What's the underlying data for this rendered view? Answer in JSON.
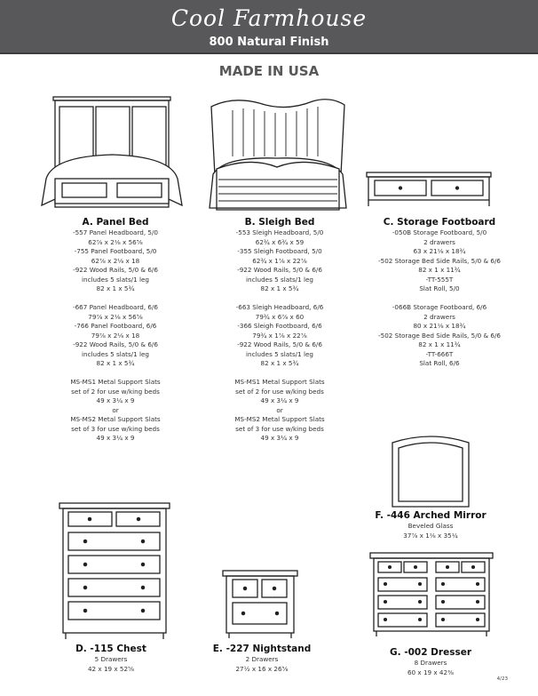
{
  "header": {
    "brand": "Cool Farmhouse",
    "finish": "800 Natural Finish"
  },
  "made_in": "MADE IN USA",
  "items": {
    "a": {
      "title": "A.  Panel  Bed",
      "groups": [
        [
          "-557 Panel Headboard, 5/0",
          "62⅞ x 2⅛ x 56⅝",
          "-755 Panel Footboard, 5/0",
          "62⅞ x 2⅛ x 18",
          "-922 Wood Rails, 5/0 & 6/6",
          "includes 5 slats/1 leg",
          "82 x 1 x 5¾"
        ],
        [
          "-667 Panel Headboard, 6/6",
          "79⅞ x 2⅛ x 56⅝",
          "-766 Panel Footboard, 6/6",
          "79⅞ x 2⅛ x 18",
          "-922 Wood Rails, 5/0 & 6/6",
          "includes 5 slats/1 leg",
          "82 x 1 x 5¾"
        ],
        [
          "MS-MS1 Metal Support Slats",
          "set of 2 for use w/king beds",
          "49 x 3¼ x 9",
          "or",
          "MS-MS2 Metal Support Slats",
          "set of 3 for use w/king beds",
          "49 x 3¼ x 9"
        ]
      ]
    },
    "b": {
      "title": "B.  Sleigh  Bed",
      "groups": [
        [
          "-553 Sleigh Headboard, 5/0",
          "62¾ x 6¾ x 59",
          "-355 Sleigh Footboard, 5/0",
          "62¾ x 1⅞ x 22⅞",
          "-922 Wood Rails, 5/0 & 6/6",
          "includes 5 slats/1 leg",
          "82 x 1 x 5¾"
        ],
        [
          "-663 Sleigh Headboard, 6/6",
          "79¾ x 6⅞ x 60",
          "-366 Sleigh Footboard, 6/6",
          "79¾ x 1⅞ x 22⅞",
          "-922 Wood Rails, 5/0 & 6/6",
          "includes 5 slats/1 leg",
          "82 x 1 x 5¾"
        ],
        [
          "MS-MS1 Metal Support Slats",
          "set of 2 for use w/king beds",
          "49 x 3¼ x 9",
          "or",
          "MS-MS2 Metal Support Slats",
          "set of 3 for use w/king beds",
          "49 x 3¼ x 9"
        ]
      ]
    },
    "c": {
      "title": "C.  Storage  Footboard",
      "groups": [
        [
          "-050B Storage Footboard, 5/0",
          "2 drawers",
          "63 x 21⅛ x 18¾",
          "-502 Storage Bed Side Rails, 5/0 & 6/6",
          "82 x 1 x 11¾",
          "-TT-555T",
          "Slat Roll, 5/0"
        ],
        [
          "-066B Storage Footboard, 6/6",
          "2 drawers",
          "80 x 21⅛ x 18¾",
          "-502 Storage Bed Side Rails, 5/0 & 6/6",
          "82 x 1 x 11¾",
          "-TT-666T",
          "Slat Roll, 6/6"
        ]
      ]
    },
    "d": {
      "title": "D.  -115  Chest",
      "groups": [
        [
          "5 Drawers",
          "42 x 19 x 52⅝"
        ]
      ]
    },
    "e": {
      "title": "E.  -227  Nightstand",
      "groups": [
        [
          "2 Drawers",
          "27½ x 16 x 26⅝"
        ]
      ]
    },
    "f": {
      "title": "F.  -446  Arched  Mirror",
      "groups": [
        [
          "Beveled Glass",
          "37⅞ x 1⅛ x 35¼"
        ]
      ]
    },
    "g": {
      "title": "G.  -002  Dresser",
      "groups": [
        [
          "8 Drawers",
          "60 x 19 x 42⅜"
        ]
      ]
    }
  },
  "page_number": "4/23"
}
